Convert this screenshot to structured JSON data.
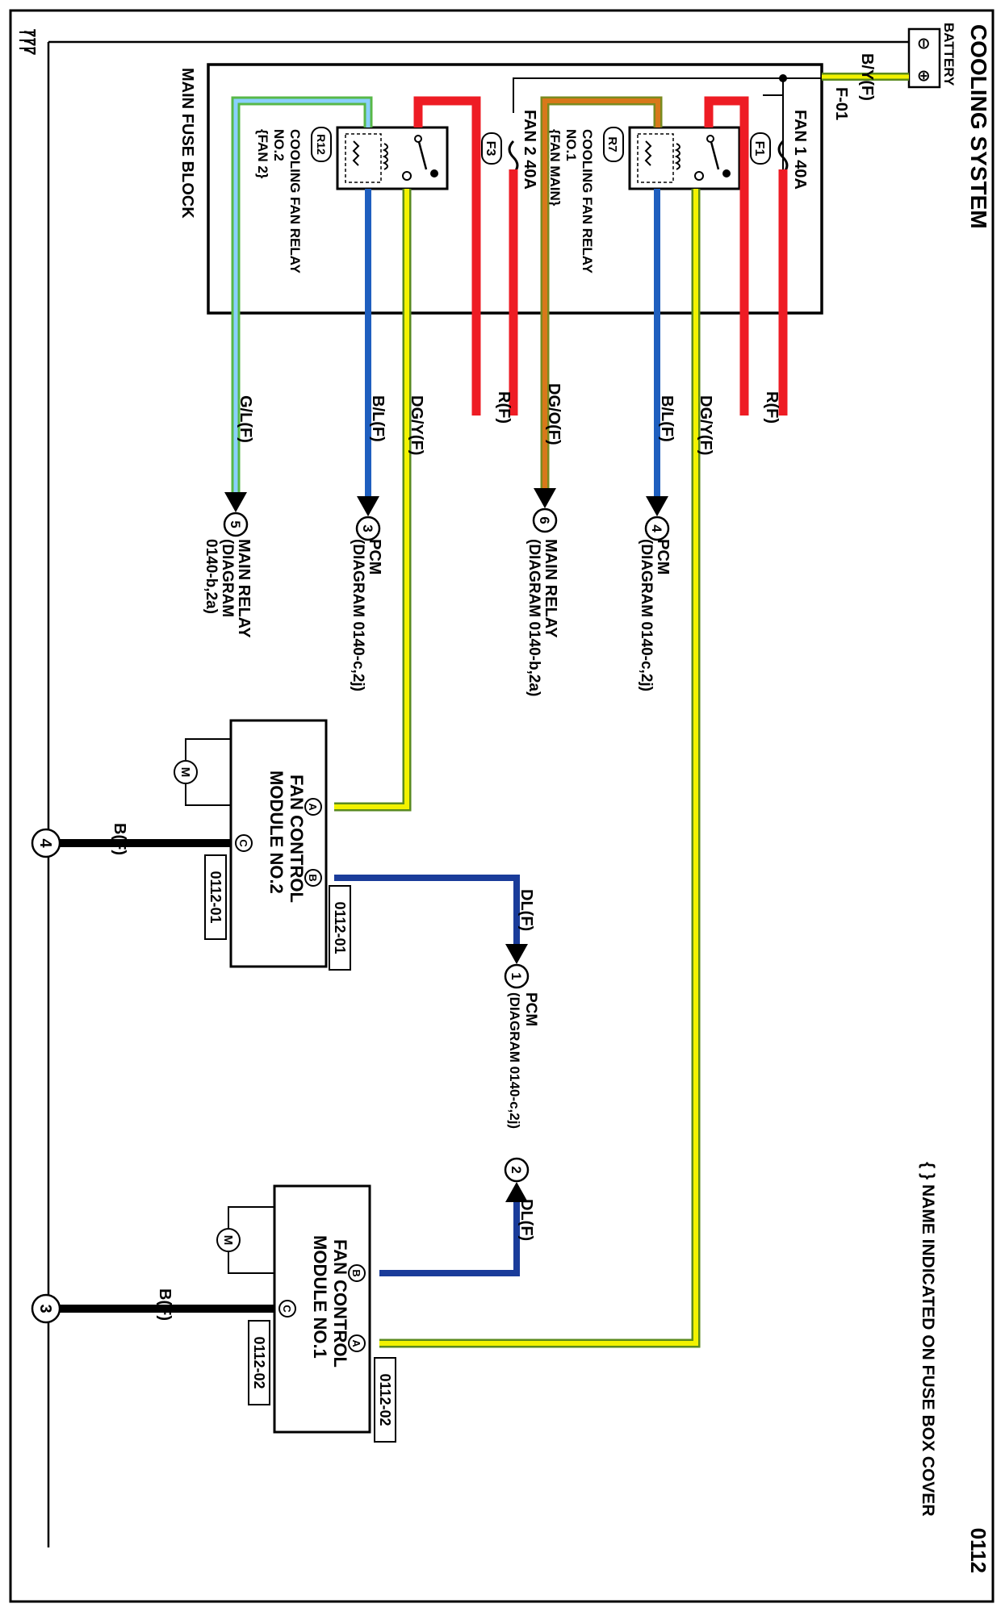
{
  "title": "COOLING SYSTEM",
  "diagram_number": "0112",
  "note": "{ } NAME INDICATED ON FUSE BOX COVER",
  "ground_symbol": "777",
  "battery": {
    "label": "BATTERY",
    "neg": "⊖",
    "pos": "⊕",
    "wire": "B/Y(F)",
    "connector": "F-01"
  },
  "main_fuse_block": "MAIN FUSE BLOCK",
  "fuses": [
    {
      "name": "FAN 1 40A",
      "tag": "F1"
    },
    {
      "name": "FAN 2 40A",
      "tag": "F3"
    }
  ],
  "relays": [
    {
      "id": "R7",
      "line1": "COOLING FAN RELAY",
      "line2": "NO.1",
      "line3": "{FAN MAIN}"
    },
    {
      "id": "R12",
      "line1": "COOLING FAN RELAY",
      "line2": "NO.2",
      "line3": "{FAN 2}"
    }
  ],
  "wires": {
    "r1": "R(F)",
    "bl1": "B/L(F)",
    "dgy1": "DG/Y(F)",
    "r2": "R(F)",
    "dgo": "DG/O(F)",
    "bl2": "B/L(F)",
    "dgy2": "DG/Y(F)",
    "gl": "G/L(F)",
    "dl1": "DL(F)",
    "dl2": "DL(F)",
    "b1": "B(F)",
    "b2": "B(F)"
  },
  "terminals": {
    "t4": {
      "num": "4",
      "line1": "PCM",
      "line2": "(DIAGRAM  0140-c,2j)"
    },
    "t6": {
      "num": "6",
      "line1": "MAIN RELAY",
      "line2": "(DIAGRAM  0140-b,2a)"
    },
    "t3": {
      "num": "3",
      "line1": "PCM",
      "line2": "(DIAGRAM  0140-c,2j)"
    },
    "t5": {
      "num": "5",
      "line1": "MAIN RELAY",
      "line2": "(DIAGRAM",
      "line3": "0140-b,2a)"
    },
    "t1": {
      "num": "1",
      "line1": "PCM",
      "line2": "(DIAGRAM 0140-c,2j)"
    },
    "t2": {
      "num": "2"
    }
  },
  "modules": [
    {
      "line1": "FAN CONTROL",
      "line2": "MODULE NO.2",
      "conn": "0112-01",
      "pins": [
        "A",
        "B",
        "C"
      ]
    },
    {
      "line1": "FAN CONTROL",
      "line2": "MODULE NO.1",
      "conn": "0112-02",
      "pins": [
        "A",
        "B",
        "C"
      ]
    }
  ],
  "motor": "M",
  "grounds": {
    "g4": "4",
    "g3": "3"
  },
  "colors": {
    "red": "#ee1c24",
    "blue": "#1f5fbf",
    "dark_blue": "#1a3c9a",
    "yellow": "#f2f200",
    "yellow_edge": "#5a8a1e",
    "orange": "#d8781a",
    "orange_edge": "#7a8a1e",
    "green_edge": "#58b848",
    "light_blue": "#8ad0ff",
    "black": "#000000"
  }
}
